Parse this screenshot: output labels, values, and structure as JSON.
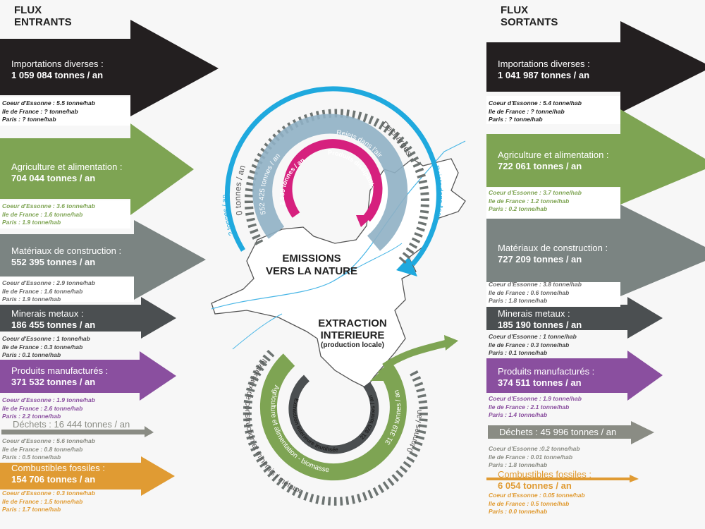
{
  "colors": {
    "import": "#231f20",
    "agri": "#7ea453",
    "materiaux": "#7b8482",
    "minerais": "#4b4f51",
    "produits": "#8a4f9f",
    "dechets": "#8a8c84",
    "combustibles": "#e09b33",
    "eau": "#1fa9de",
    "air": "#8fb0c4",
    "dissipatifs": "#d6207e"
  },
  "entrants": {
    "title_line1": "FLUX",
    "title_line2": "ENTRANTS",
    "items": [
      {
        "label": "Importations diverses :",
        "value": "1 059 084 tonnes / an",
        "essonne": "Coeur d'Essonne : 5.5 tonne/hab",
        "idf": "Ile de France : ? tonne/hab",
        "paris": "Paris : ? tonne/hab"
      },
      {
        "label": "Agriculture et alimentation :",
        "value": "704 044 tonnes / an",
        "essonne": "Coeur d'Essonne : 3.6 tonne/hab",
        "idf": "Ile de France : 1.6 tonne/hab",
        "paris": "Paris : 1.9 tonne/hab"
      },
      {
        "label": "Matériaux de construction :",
        "value": "552 395 tonnes / an",
        "essonne": "Coeur d'Essonne : 2.9 tonne/hab",
        "idf": "Ile de France : 1.6 tonne/hab",
        "paris": "Paris : 1.9 tonne/hab"
      },
      {
        "label": "Minerais metaux :",
        "value": "186 455 tonnes / an",
        "essonne": "Coeur d'Essonne : 1 tonne/hab",
        "idf": "Ile de France : 0.3 tonne/hab",
        "paris": "Paris : 0.1 tonne/hab"
      },
      {
        "label": "Produits manufacturés :",
        "value": "371 532 tonnes / an",
        "essonne": "Coeur d'Essonne : 1.9 tonne/hab",
        "idf": "Ile de France : 2.6 tonne/hab",
        "paris": "Paris : 2.2 tonne/hab"
      },
      {
        "label": "Déchets : 16 444 tonnes / an",
        "essonne": "Coeur d'Essonne : 5.6 tonne/hab",
        "idf": "Ile de France : 0.8 tonne/hab",
        "paris": "Paris : 0.5 tonne/hab"
      },
      {
        "label": "Combustibles fossiles :",
        "value": "154 706 tonnes / an",
        "essonne": "Coeur d'Essonne : 0.3 tonne/hab",
        "idf": "Ile de France : 1.5 tonne/hab",
        "paris": "Paris : 1.7 tonne/hab"
      }
    ]
  },
  "sortants": {
    "title_line1": "FLUX",
    "title_line2": "SORTANTS",
    "items": [
      {
        "label": "Importations diverses :",
        "value": "1 041 987 tonnes / an",
        "essonne": "Coeur d'Essonne : 5.4 tonne/hab",
        "idf": "Ile de France : ? tonne/hab",
        "paris": "Paris : ? tonne/hab"
      },
      {
        "label": "Agriculture et alimentation :",
        "value": "722 061 tonnes / an",
        "essonne": "Coeur d'Essonne : 3.7 tonne/hab",
        "idf": "Ile de France : 1.2 tonne/hab",
        "paris": "Paris : 0.2 tonne/hab"
      },
      {
        "label": "Matériaux de construction :",
        "value": "727 209 tonnes / an",
        "essonne": "Coeur d'Essonne : 3.8 tonne/hab",
        "idf": "Ile de France : 0.6 tonne/hab",
        "paris": "Paris : 1.8 tonne/hab"
      },
      {
        "label": "Minerais metaux :",
        "value": "185 190 tonnes / an",
        "essonne": "Coeur d'Essonne : 1 tonne/hab",
        "idf": "Ile de France : 0.3 tonne/hab",
        "paris": "Paris : 0.1 tonne/hab"
      },
      {
        "label": "Produits manufacturés :",
        "value": "374 511 tonnes / an",
        "essonne": "Coeur d'Essonne : 1.9 tonne/hab",
        "idf": "Ile de France : 2.1 tonne/hab",
        "paris": "Paris : 1.4 tonne/hab"
      },
      {
        "label": "Déchets : 45 996 tonnes / an",
        "essonne": "Coeur d'Essonne :0.2 tonne/hab",
        "idf": "Ile de France : 0.01 tonne/hab",
        "paris": "Paris : 1.8 tonne/hab"
      },
      {
        "label": "Combustibles fossiles :",
        "value": "6 054 tonnes / an",
        "essonne": "Coeur d'Essonne : 0.05 tonne/hab",
        "idf": "Ile de France : 0.5 tonne/hab",
        "paris": "Paris : 0.0 tonne/hab"
      }
    ]
  },
  "emissions": {
    "title_line1": "EMISSIONS",
    "title_line2": "VERS LA NATURE",
    "eau_label": "Rejets dans l'eau",
    "eau_value": "? tonnes / an",
    "decharges_label": "Decharges",
    "decharges_value": "0 tonnes / an",
    "air_label": "Rejets dans l'air",
    "air_value": "552 425 tonnes / an",
    "dissipatifs_label": "Produits dissipatifs",
    "dissipatifs_value": "2 539 tonnes / an"
  },
  "extraction": {
    "title_line1": "EXTRACTION",
    "title_line2": "INTERIEURE",
    "subtitle": "(production locale)",
    "materiaux_label": "Matériaux de construction et minerais / métaux",
    "materiaux_value": "0 tonnes / an",
    "agri_label": "Agriculture et alimentation - biomasse",
    "agri_value": "31 319 tonnes / an",
    "inutilisee_label": "Extraction intérieure inutilisée",
    "inutilisee_value": "21 923 tonnes / an"
  }
}
